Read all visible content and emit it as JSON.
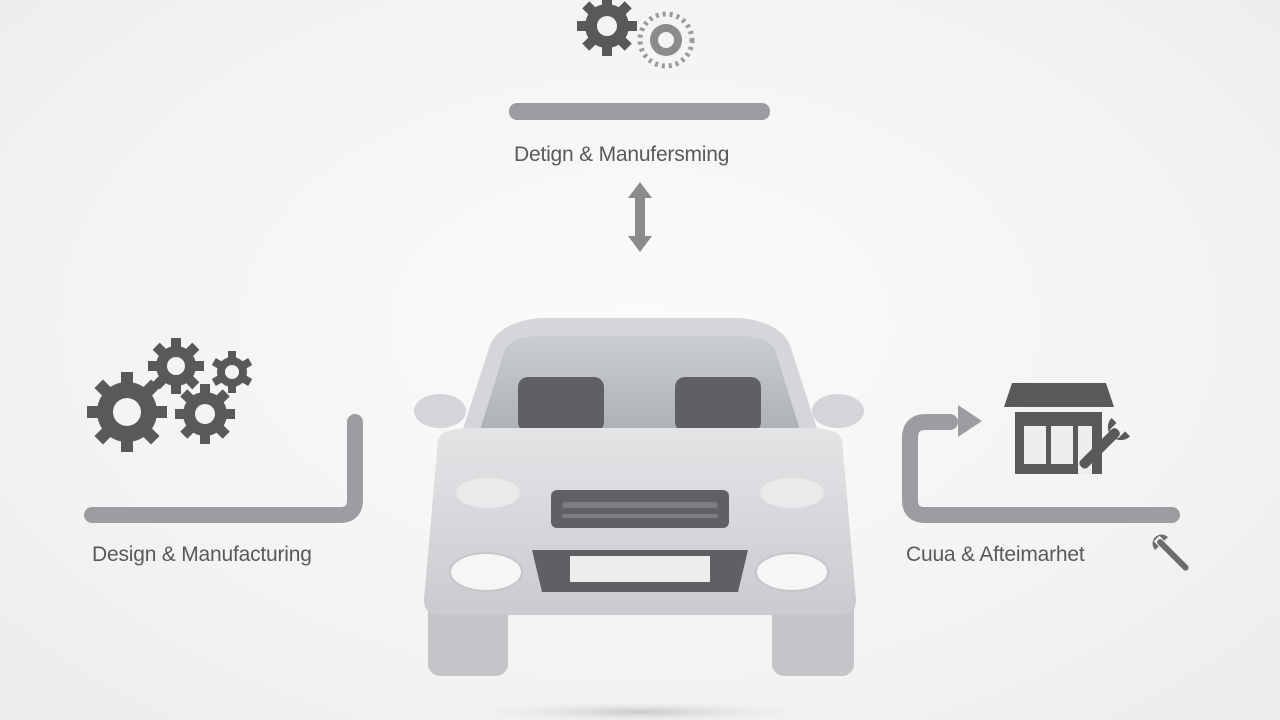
{
  "labels": {
    "top": "Detign & Manufersming",
    "left": "Design & Manufacturing",
    "right": "Cuua & Afteimarhet"
  },
  "colors": {
    "icon_dark": "#58595b",
    "icon_mid": "#8a8b8d",
    "connector": "#9c9da0",
    "car_body": "#d7d9dc",
    "car_shadow": "#b9bbbf",
    "background": "#f4f4f4"
  },
  "icons": [
    "gears-icon",
    "double-arrow-icon",
    "car-illustration",
    "store-icon",
    "wrench-icon"
  ]
}
